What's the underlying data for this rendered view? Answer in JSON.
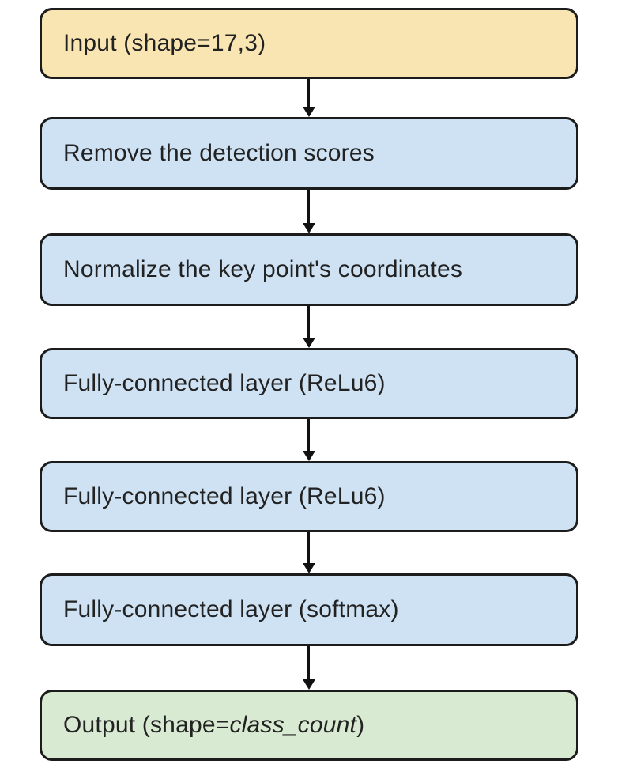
{
  "diagram": {
    "type": "flowchart",
    "direction": "top-to-bottom",
    "background": "#ffffff",
    "border_color": "#1c1c1c",
    "arrow_color": "#111111",
    "text_color": "#222222",
    "nodes": [
      {
        "id": "input",
        "label": "Input (shape=17,3)",
        "fill": "#f9e5b2",
        "role": "input"
      },
      {
        "id": "remove-detection-scores",
        "label": "Remove the detection scores",
        "fill": "#cfe2f3",
        "role": "process"
      },
      {
        "id": "normalize-coordinates",
        "label": "Normalize the key point's coordinates",
        "fill": "#cfe2f3",
        "role": "process"
      },
      {
        "id": "fc-relu6-1",
        "label": "Fully-connected layer (ReLu6)",
        "fill": "#cfe2f3",
        "role": "process"
      },
      {
        "id": "fc-relu6-2",
        "label": "Fully-connected layer (ReLu6)",
        "fill": "#cfe2f3",
        "role": "process"
      },
      {
        "id": "fc-softmax",
        "label": "Fully-connected layer (softmax)",
        "fill": "#cfe2f3",
        "role": "process"
      },
      {
        "id": "output",
        "label_prefix": "Output (shape=",
        "label_italic": "class_count",
        "label_suffix": ")",
        "fill": "#d9ead3",
        "role": "output"
      }
    ],
    "edges": [
      {
        "from": "input",
        "to": "remove-detection-scores"
      },
      {
        "from": "remove-detection-scores",
        "to": "normalize-coordinates"
      },
      {
        "from": "normalize-coordinates",
        "to": "fc-relu6-1"
      },
      {
        "from": "fc-relu6-1",
        "to": "fc-relu6-2"
      },
      {
        "from": "fc-relu6-2",
        "to": "fc-softmax"
      },
      {
        "from": "fc-softmax",
        "to": "output"
      }
    ]
  }
}
